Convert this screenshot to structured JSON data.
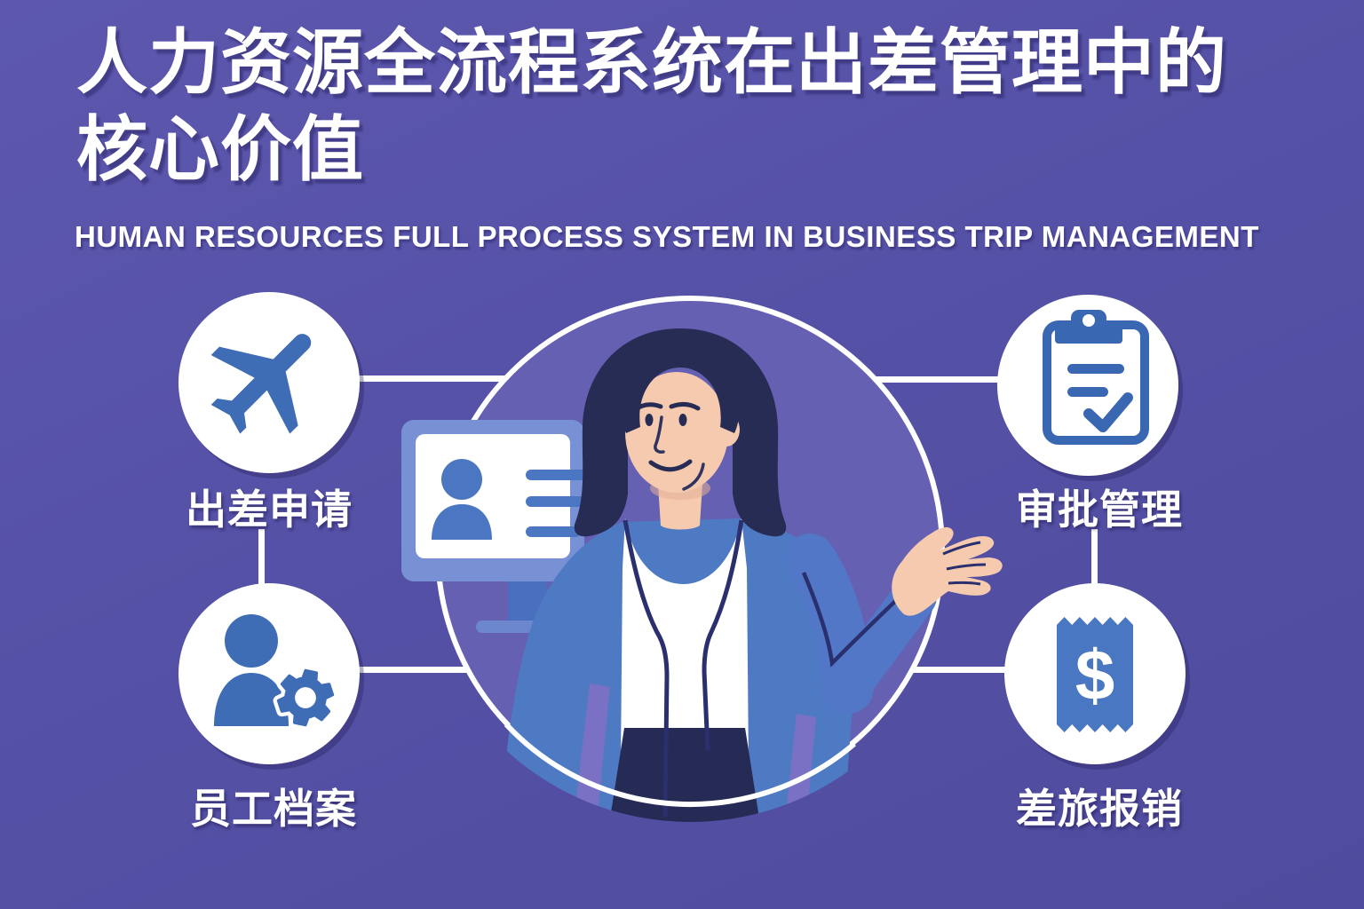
{
  "title": {
    "line1": "人力资源全流程系统在出差管理中的",
    "line2": "核心价值"
  },
  "subtitle": "HUMAN RESOURCES FULL PROCESS SYSTEM IN BUSINESS TRIP MANAGEMENT",
  "features": [
    {
      "id": "trip-request",
      "label": "出差申请",
      "icon": "airplane-icon",
      "position": "top-left"
    },
    {
      "id": "employee-files",
      "label": "员工档案",
      "icon": "person-gear-icon",
      "position": "bottom-left"
    },
    {
      "id": "approval-management",
      "label": "审批管理",
      "icon": "clipboard-check-icon",
      "position": "top-right"
    },
    {
      "id": "travel-reimbursement",
      "label": "差旅报销",
      "icon": "receipt-dollar-icon",
      "position": "bottom-right"
    }
  ],
  "center_illustration": {
    "description": "Businesswoman in blue blazer presenting, beside a monitor showing an employee ID card",
    "monitor_screen": "id-card-with-avatar-and-text-lines",
    "receipt_symbol": "$"
  },
  "colors": {
    "background": "#5551A6",
    "center_circle_fill": "#6560B2",
    "ring_white": "#FFFFFF",
    "bubble_fill": "#FFFFFF",
    "icon_blue": "#3E6CB5",
    "receipt_blue": "#4A77C2",
    "monitor_bezel": "#7890D4",
    "jacket_blue": "#4E7AC4",
    "hair_navy": "#272C55",
    "skin": "#F5CAAF",
    "text_white": "#FFFFFF"
  }
}
